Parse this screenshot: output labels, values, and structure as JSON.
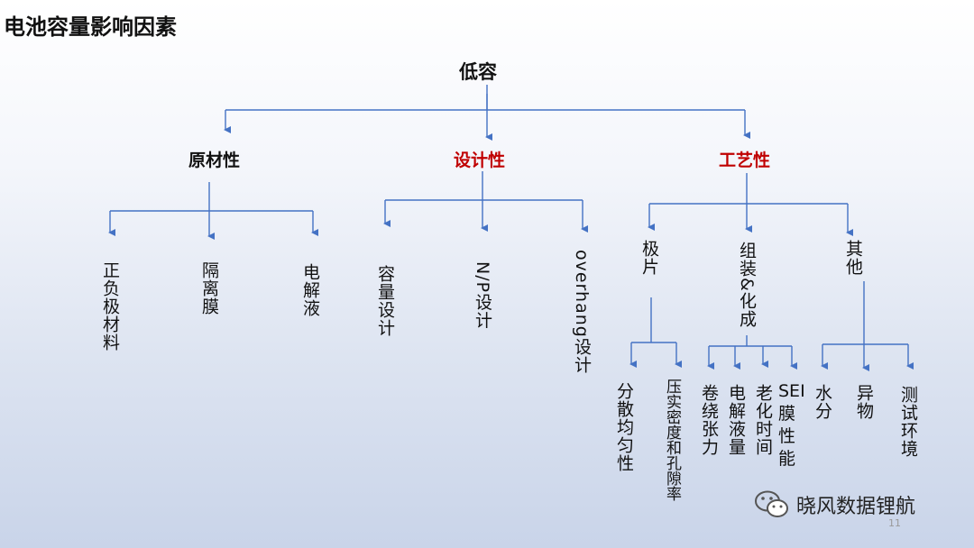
{
  "title": "电池容量影响因素",
  "root": "低容",
  "categories": {
    "material": {
      "label": "原材性",
      "children": [
        "正负极材料",
        "隔离膜",
        "电解液"
      ]
    },
    "design": {
      "label": "设计性",
      "children": [
        "容量设计",
        "N/P设计",
        "overhang设计"
      ]
    },
    "process": {
      "label": "工艺性",
      "children": {
        "electrode": {
          "label": "极片",
          "children": [
            "分散均匀性",
            "压实密度和孔隙率"
          ]
        },
        "assembly": {
          "label": "组装&化成",
          "children": [
            "卷绕张力",
            "电解液量",
            "老化时间",
            "SEI膜性能"
          ]
        },
        "other": {
          "label": "其他",
          "children": [
            "水分",
            "异物",
            "测试环境"
          ]
        }
      }
    }
  },
  "colors": {
    "line": "#4472c4",
    "accent": "#c00000"
  },
  "watermark": "晓风数据锂航",
  "page_number": "11"
}
